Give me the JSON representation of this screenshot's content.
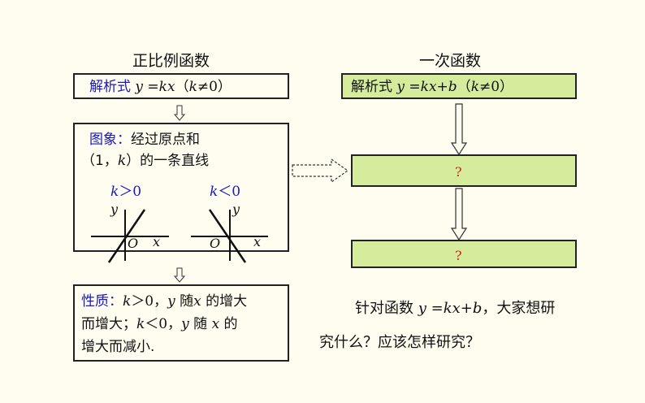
{
  "left": {
    "title": "正比例函数",
    "formula_label": "解析式",
    "formula_lhs": "y",
    "formula_eq": " =",
    "formula_rhs": "kx",
    "formula_cond_open": "（",
    "formula_cond_var": "k",
    "formula_cond_rest": "≠0）",
    "graph_label": "图象：",
    "graph_line1": "经过原点和",
    "graph_line2_a": "（1，",
    "graph_line2_k": "k",
    "graph_line2_b": "）的一条直线",
    "graph_pos_k": "k",
    "graph_pos_rel": "＞0",
    "graph_neg_k": "k",
    "graph_neg_rel": "＜0",
    "axis_y": "y",
    "axis_x": "x",
    "axis_o": "O",
    "prop_label": "性质：",
    "prop_l1_k": "k",
    "prop_l1_a": "＞0，",
    "prop_l1_y": "y",
    "prop_l1_b": " 随",
    "prop_l1_x": "x",
    "prop_l1_c": " 的增大",
    "prop_l2_a": "而增大；",
    "prop_l2_k": "k",
    "prop_l2_b": "＜0，",
    "prop_l2_y": "y",
    "prop_l2_c": " 随 ",
    "prop_l2_x": "x",
    "prop_l2_d": " 的",
    "prop_l3": "增大而减小."
  },
  "right": {
    "title": "一次函数",
    "formula_label": "解析式",
    "formula_lhs": "y",
    "formula_eq": " =",
    "formula_rhs": "kx+b",
    "formula_cond_open": "（",
    "formula_cond_var": "k",
    "formula_cond_rest": "≠0）",
    "q1": "?",
    "q2": "?"
  },
  "question": {
    "a": "针对函数 ",
    "y": "y",
    "eq": " =",
    "rhs": "kx+b",
    "b": "，大家想研",
    "line2": "究什么？应该怎样研究？"
  },
  "colors": {
    "green_box": "#d4ec9c",
    "blue_label": "#1a1ab8",
    "question_mark": "#d32020"
  }
}
